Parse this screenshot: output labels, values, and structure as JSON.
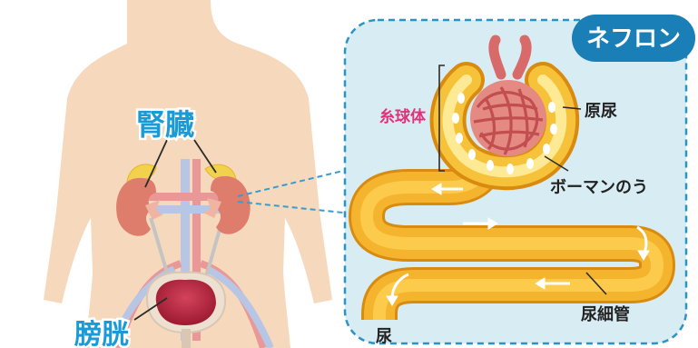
{
  "title_badge": "ネフロン",
  "labels": {
    "kidney": "腎臓",
    "bladder": "膀胱",
    "glomerulus": "糸球体",
    "primary_urine": "原尿",
    "bowman_capsule": "ボーマンのう",
    "renal_tubule": "尿細管",
    "urine": "尿"
  },
  "colors": {
    "skin": "#f6d9bc",
    "panel": "#d8ecf4",
    "panel_border": "#1a8ab5",
    "badge": "#1a7fb6",
    "kidney_label": "#1a9ad6",
    "glomerulus_label": "#e2317b",
    "tubule": "#f3b12d",
    "tubule_light": "#ffe27a",
    "vessel": "#d96a6a",
    "bladder": "#b3213a"
  }
}
